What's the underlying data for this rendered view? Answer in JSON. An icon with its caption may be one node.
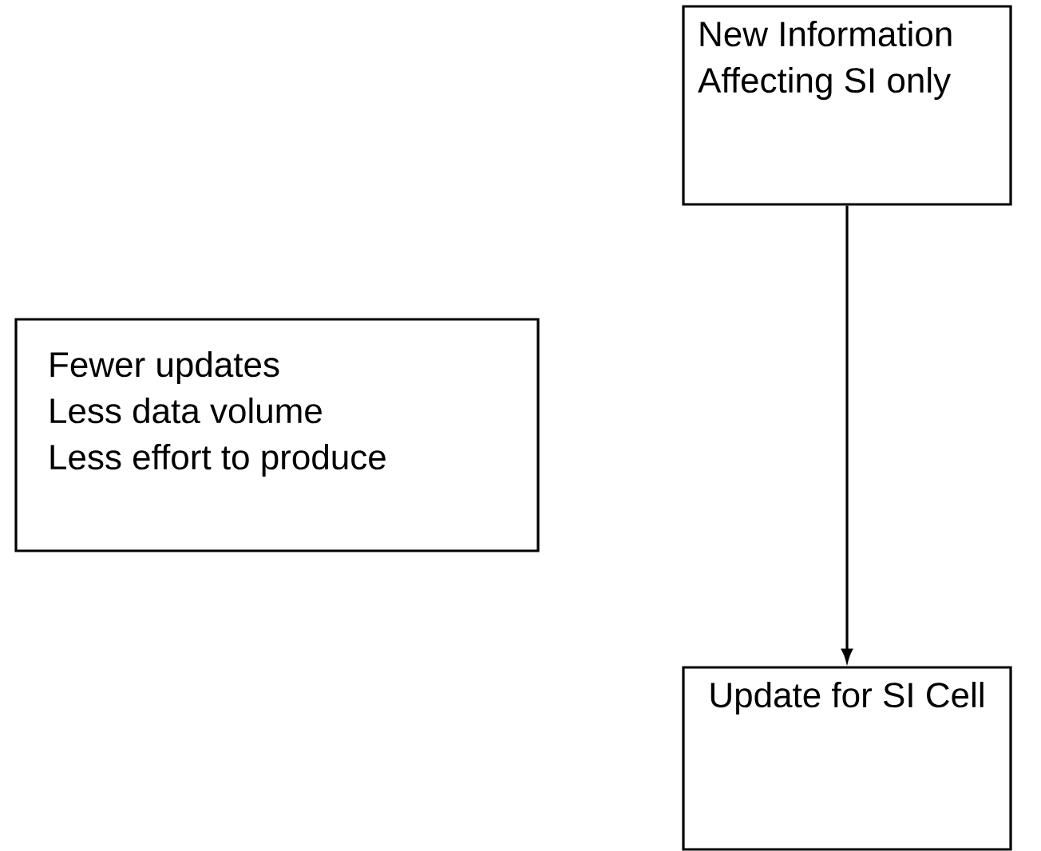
{
  "diagram": {
    "nodes": [
      {
        "text": [
          "New Information Affecting SI only"
        ]
      },
      {
        "text": [
          "Fewer updates",
          "Less data volume",
          "Less effort to produce"
        ]
      },
      {
        "text": [
          "Update for SI Cell"
        ]
      }
    ],
    "edges": [
      {
        "from": 0,
        "to": 2,
        "arrow": "to"
      }
    ]
  }
}
